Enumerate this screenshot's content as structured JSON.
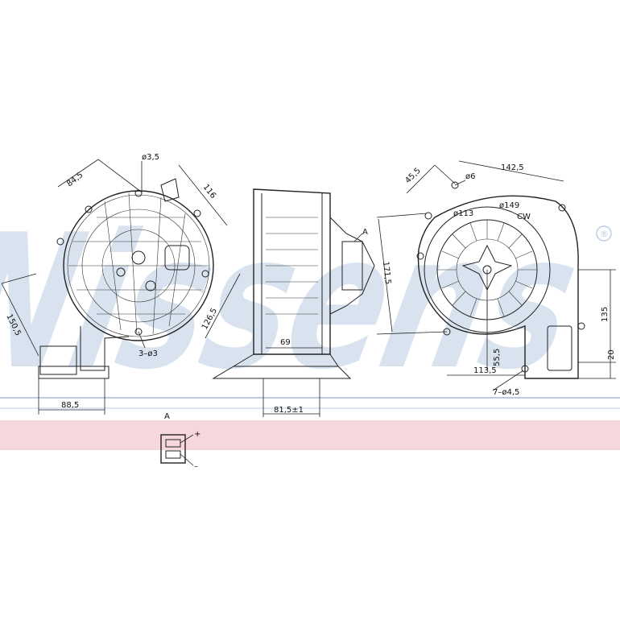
{
  "brand": {
    "watermark": "Nissens",
    "registered_mark": "®",
    "watermark_color": "#b9cde2",
    "band_color": "#f6d7de",
    "line_color": "#b9cde2"
  },
  "drawing": {
    "view_label": "A",
    "dimensions": {
      "d_3_5": "ø3,5",
      "d_84_5": "84,5",
      "d_116": "116",
      "d_150_5": "150,5",
      "d_126_5": "126,5",
      "d_3x3": "3–ø3",
      "d_88_5": "88,5",
      "d_69": "69",
      "d_81_5": "81,5±1",
      "d_45_5": "45,5",
      "d_6": "ø6",
      "d_142_5": "142,5",
      "d_149": "ø149",
      "d_113": "ø113",
      "cw": "CW",
      "d_171_5": "171,5",
      "d_55_5": "55,5",
      "d_113_5": "113,5",
      "d_135": "135",
      "d_20": "20",
      "d_7x4_5": "7–ø4,5"
    },
    "connector": {
      "plus": "+",
      "minus": "–"
    }
  }
}
